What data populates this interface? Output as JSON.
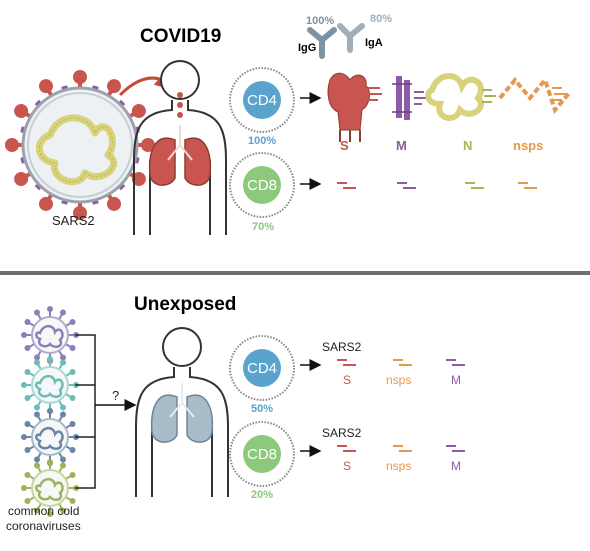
{
  "colors": {
    "cd4": "#5aa3cc",
    "cd8": "#8cc97a",
    "spike": "#c8564f",
    "membrane": "#8e5ba8",
    "nucleocapsid": "#a3b85a",
    "nsps": "#e39a4c",
    "antibody_igg": "#7c93a3",
    "antibody_iga": "#9fb0bc",
    "arrow_red": "#c34a37",
    "divider": "#6e6e6e"
  },
  "covid": {
    "title": "COVID19",
    "virus_label": "SARS2",
    "igg_label": "IgG",
    "igg_pct": "100%",
    "iga_label": "IgA",
    "iga_pct": "80%",
    "cd4_label": "CD4",
    "cd4_pct": "100%",
    "cd8_label": "CD8",
    "cd8_pct": "70%",
    "proteins": [
      "S",
      "M",
      "N",
      "nsps"
    ]
  },
  "unexposed": {
    "title": "Unexposed",
    "question": "?",
    "source_label_line1": "common cold",
    "source_label_line2": "coronaviruses",
    "cd4_label": "CD4",
    "cd4_pct": "50%",
    "cd4_target": "SARS2",
    "cd4_proteins": [
      "S",
      "nsps",
      "M"
    ],
    "cd8_label": "CD8",
    "cd8_pct": "20%",
    "cd8_target": "SARS2",
    "cd8_proteins": [
      "S",
      "nsps",
      "M"
    ]
  },
  "icons": {
    "virus": "sars-cov-2-virion-icon",
    "human": "human-silhouette-icon",
    "antibody": "antibody-y-icon",
    "t_cell": "t-cell-icon"
  }
}
